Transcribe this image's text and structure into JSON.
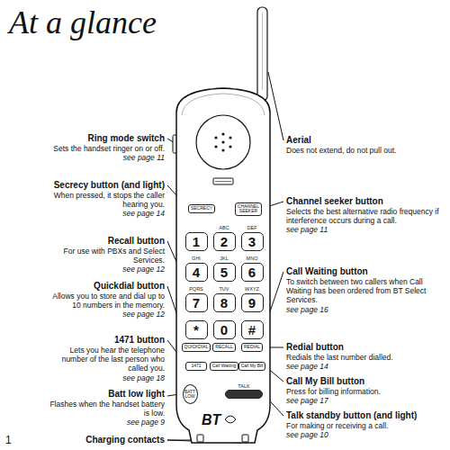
{
  "diagram": {
    "title": "At a glance",
    "nodes": [
      {
        "text": [
          "SECRECY"
        ]
      },
      {
        "text": [
          "CHANNEL SEEKER"
        ]
      },
      {
        "text": [
          "1"
        ]
      },
      {
        "text": [
          "ABC",
          "2"
        ]
      },
      {
        "text": [
          "DEF",
          "3"
        ]
      },
      {
        "text": [
          "GHI",
          "4"
        ]
      },
      {
        "text": [
          "JKL",
          "5"
        ]
      },
      {
        "text": [
          "MNO",
          "6"
        ]
      },
      {
        "text": [
          "PQRS",
          "7"
        ]
      },
      {
        "text": [
          "TUV",
          "8"
        ]
      },
      {
        "text": [
          "WXYZ",
          "9"
        ]
      },
      {
        "text": [
          "*"
        ]
      },
      {
        "text": [
          "0"
        ]
      },
      {
        "text": [
          "#"
        ]
      },
      {
        "text": [
          "QUICKDIAL"
        ]
      },
      {
        "text": [
          "RECALL"
        ]
      },
      {
        "text": [
          "REDIAL"
        ]
      },
      {
        "text": [
          "1471"
        ]
      },
      {
        "text": [
          "Call Waiting"
        ]
      },
      {
        "text": [
          "Call My Bill"
        ]
      },
      {
        "text": [
          "BATT LOW"
        ]
      },
      {
        "text": [
          "TALK"
        ]
      }
    ],
    "labels": [
      "Ring mode switch",
      "Sets the handset ringer on or off.",
      "see page 11",
      "Secrecy button (and light)",
      "When pressed, it stops the caller hearing you.",
      "see page 14",
      "Recall button",
      "For use with PBXs and Select Services.",
      "see page 12",
      "Quickdial button",
      "Allows you to store and dial up to 10 numbers in the memory.",
      "see page 12",
      "1471 button",
      "Lets you hear the telephone number of the last person who called you.",
      "see page 18",
      "Batt low light",
      "Flashes when the handset battery is low.",
      "see page 9",
      "Charging contacts",
      "Aerial",
      "Does not extend, do not pull out.",
      "Channel seeker button",
      "Selects the best alternative radio frequency if interference occurs during a call.",
      "see page 11",
      "Call Waiting button",
      "To switch between two callers when Call Waiting has been ordered from BT Select Services.",
      "see page 16",
      "Redial button",
      "Redials the last number dialled.",
      "see page 14",
      "Call My Bill button",
      "Press for billing information.",
      "see page 17",
      "Talk standby button (and light)",
      "For making or receiving a call.",
      "see page 10",
      "BT",
      "1"
    ]
  }
}
